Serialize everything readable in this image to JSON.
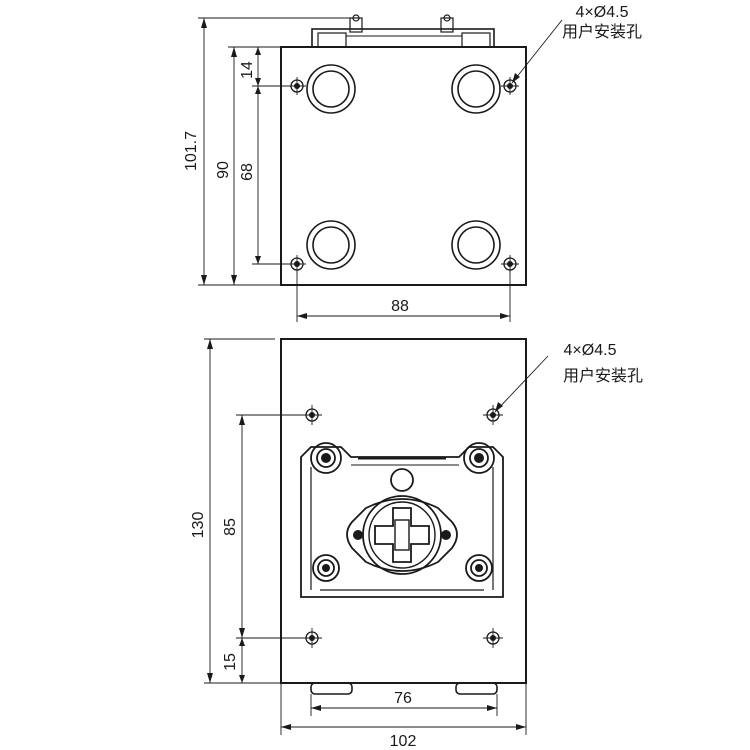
{
  "top_view": {
    "dim_overall_height": "101.7",
    "dim_hole_outer": "90",
    "dim_hole_inner": "68",
    "dim_hole_offset": "14",
    "dim_hole_spacing": "88",
    "note_count": "4×Ø4.5",
    "note_label": "用户安装孔"
  },
  "bottom_view": {
    "dim_overall_height": "130",
    "dim_hole_spacing_v": "85",
    "dim_hole_offset": "15",
    "dim_feet_spacing": "76",
    "dim_overall_width": "102",
    "note_count": "4×Ø4.5",
    "note_label": "用户安装孔"
  }
}
